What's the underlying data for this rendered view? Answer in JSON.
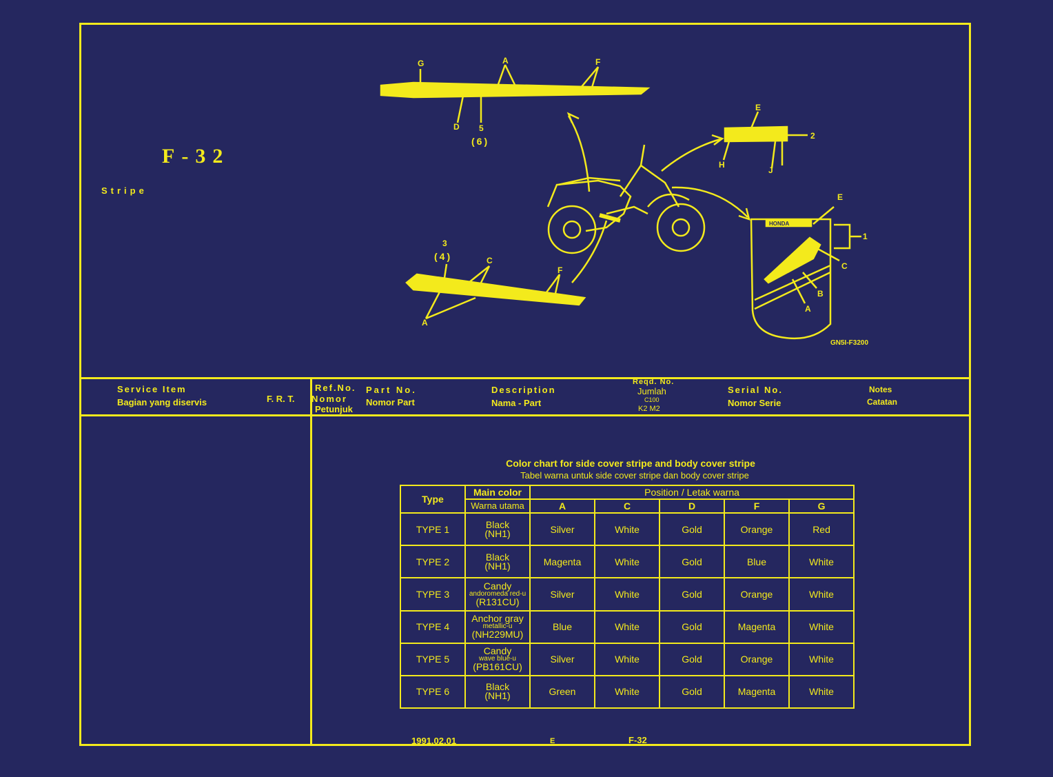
{
  "page": {
    "code": "F-32",
    "title": "Stripe",
    "drawing_code": "GN5I-F3200"
  },
  "callouts": {
    "upper_stripe": [
      "G",
      "A",
      "F",
      "D",
      "5",
      "(6)"
    ],
    "lower_stripe": [
      "3",
      "(4)",
      "C",
      "F",
      "A"
    ],
    "emblem": [
      "E",
      "2",
      "H",
      "J"
    ],
    "side_cover": [
      "E",
      "1",
      "C",
      "B",
      "A"
    ],
    "side_cover_logo": "HONDA"
  },
  "header": {
    "service_item": "Service   Item",
    "service_item_id": "Bagian yang diservis",
    "frt": "F. R. T.",
    "ref_no": "Ref.No.",
    "ref_no_id_1": "Nomor",
    "ref_no_id_2": "Petunjuk",
    "part_no": "Part No.",
    "part_no_id": "Nomor Part",
    "description": "Description",
    "description_id": "Nama - Part",
    "reqd_no": "Reqd. No.",
    "reqd_no_id": "Jumlah",
    "reqd_model": "C100",
    "reqd_sub": "K2  M2",
    "serial_no": "Serial  No.",
    "serial_no_id": "Nomor  Serie",
    "notes": "Notes",
    "notes_id": "Catatan"
  },
  "color_chart": {
    "title": "Color chart for side cover stripe and body cover stripe",
    "subtitle": "Tabel warna untuk side cover stripe dan body cover stripe",
    "col_type": "Type",
    "col_main": "Main color",
    "col_main_id": "Warna utama",
    "col_position": "Position  /  Letak warna",
    "positions": [
      "A",
      "C",
      "D",
      "F",
      "G"
    ],
    "rows": [
      {
        "type": "TYPE 1",
        "main1": "Black",
        "main2": "",
        "main3": "(NH1)",
        "cells": [
          "Silver",
          "White",
          "Gold",
          "Orange",
          "Red"
        ]
      },
      {
        "type": "TYPE 2",
        "main1": "Black",
        "main2": "",
        "main3": "(NH1)",
        "cells": [
          "Magenta",
          "White",
          "Gold",
          "Blue",
          "White"
        ]
      },
      {
        "type": "TYPE 3",
        "main1": "Candy",
        "main2": "andoromeda red-u",
        "main3": "(R131CU)",
        "cells": [
          "Silver",
          "White",
          "Gold",
          "Orange",
          "White"
        ]
      },
      {
        "type": "TYPE 4",
        "main1": "Anchor  gray",
        "main2": "metallic-u",
        "main3": "(NH229MU)",
        "cells": [
          "Blue",
          "White",
          "Gold",
          "Magenta",
          "White"
        ]
      },
      {
        "type": "TYPE 5",
        "main1": "Candy",
        "main2": "wave  blue-u",
        "main3": "(PB161CU)",
        "cells": [
          "Silver",
          "White",
          "Gold",
          "Orange",
          "White"
        ]
      },
      {
        "type": "TYPE 6",
        "main1": "Black",
        "main2": "",
        "main3": "(NH1)",
        "cells": [
          "Green",
          "White",
          "Gold",
          "Magenta",
          "White"
        ]
      }
    ]
  },
  "footer": {
    "date": "1991.02.01",
    "letter": "E",
    "page": "F-32"
  },
  "colors": {
    "background": "#25275f",
    "ink": "#f3ea1c"
  }
}
